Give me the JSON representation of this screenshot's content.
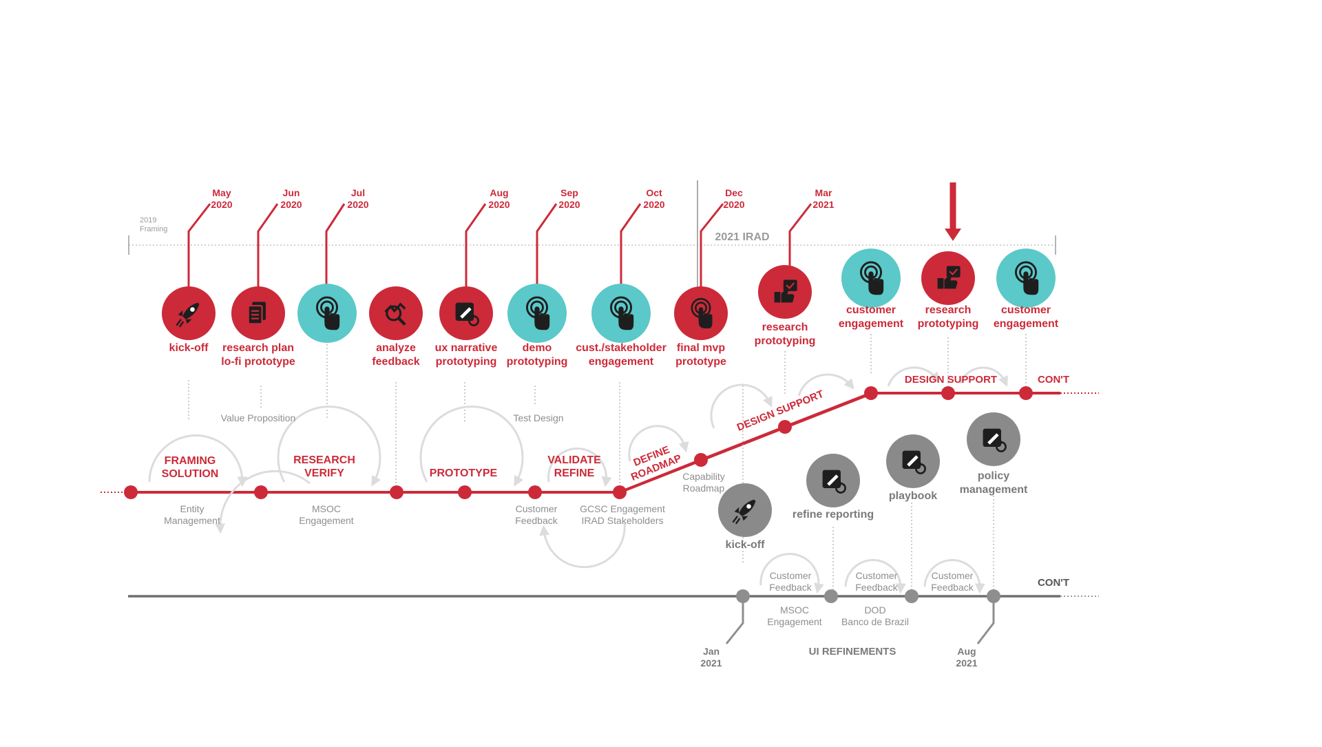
{
  "colors": {
    "red": "#cc2a39",
    "teal": "#5bc8c9",
    "gray_icon": "#8a8a8a",
    "gray_line": "#6f6f6f",
    "light_arc": "#dcdcdc",
    "dark_glyph": "#1e1e1e"
  },
  "header": {
    "framing_year": "2019",
    "framing_label": "Framing",
    "irad_label": "2021 IRAD"
  },
  "dates_top": [
    {
      "month": "May",
      "year": "2020"
    },
    {
      "month": "Jun",
      "year": "2020"
    },
    {
      "month": "Jul",
      "year": "2020"
    },
    {
      "month": "Aug",
      "year": "2020"
    },
    {
      "month": "Sep",
      "year": "2020"
    },
    {
      "month": "Oct",
      "year": "2020"
    },
    {
      "month": "Dec",
      "year": "2020"
    },
    {
      "month": "Mar",
      "year": "2021"
    }
  ],
  "milestones_top": [
    {
      "line1": "kick-off",
      "line2": "",
      "icon": "rocket-icon",
      "color": "red"
    },
    {
      "line1": "research plan",
      "line2": "lo-fi prototype",
      "icon": "document-icon",
      "color": "red"
    },
    {
      "line1": "",
      "line2": "",
      "icon": "touch-icon",
      "color": "teal"
    },
    {
      "line1": "analyze",
      "line2": "feedback",
      "icon": "analytics-search-icon",
      "color": "red"
    },
    {
      "line1": "ux narrative",
      "line2": "prototyping",
      "icon": "edit-icon",
      "color": "red"
    },
    {
      "line1": "demo",
      "line2": "prototyping",
      "icon": "touch-icon",
      "color": "teal"
    },
    {
      "line1": "cust./stakeholder",
      "line2": "engagement",
      "icon": "touch-icon",
      "color": "teal"
    },
    {
      "line1": "final mvp",
      "line2": "prototype",
      "icon": "touch-icon",
      "color": "red"
    },
    {
      "line1": "research",
      "line2": "prototyping",
      "icon": "research-icon",
      "color": "red"
    },
    {
      "line1": "customer",
      "line2": "engagement",
      "icon": "touch-icon",
      "color": "teal"
    },
    {
      "line1": "research",
      "line2": "prototyping",
      "icon": "research-icon",
      "color": "red"
    },
    {
      "line1": "customer",
      "line2": "engagement",
      "icon": "touch-icon",
      "color": "teal"
    }
  ],
  "phases": [
    {
      "line1": "FRAMING",
      "line2": "SOLUTION"
    },
    {
      "line1": "RESEARCH",
      "line2": "VERIFY"
    },
    {
      "line1": "PROTOTYPE",
      "line2": ""
    },
    {
      "line1": "VALIDATE",
      "line2": "REFINE"
    }
  ],
  "slanted_labels": {
    "define_line1": "DEFINE",
    "define_line2": "ROADMAP",
    "design_support_slanted": "DESIGN SUPPORT",
    "design_support_flat": "DESIGN SUPPORT",
    "cont_top": "CON'T",
    "cont_bottom": "CON'T"
  },
  "annotations_top": {
    "value_proposition": "Value Proposition",
    "test_design": "Test Design",
    "entity_management_line1": "Entity",
    "entity_management_line2": "Management",
    "msoc_line1": "MSOC",
    "msoc_line2": "Engagement",
    "customer_feedback_line1": "Customer",
    "customer_feedback_line2": "Feedback",
    "gcsc_line1": "GCSC Engagement",
    "gcsc_line2": "IRAD Stakeholders",
    "capability_line1": "Capability",
    "capability_line2": "Roadmap"
  },
  "milestones_bottom": [
    {
      "label": "kick-off",
      "icon": "rocket-icon"
    },
    {
      "label": "refine reporting",
      "icon": "edit-icon"
    },
    {
      "label": "playbook",
      "icon": "edit-icon"
    },
    {
      "line1": "policy",
      "line2": "management",
      "icon": "edit-icon"
    }
  ],
  "annotations_bottom": {
    "cf1_line1": "Customer",
    "cf1_line2": "Feedback",
    "cf2_line1": "Customer",
    "cf2_line2": "Feedback",
    "cf3_line1": "Customer",
    "cf3_line2": "Feedback",
    "msoc_line1": "MSOC",
    "msoc_line2": "Engagement",
    "dod_line1": "DOD",
    "dod_line2": "Banco de Brazil",
    "ui_refinements": "UI REFINEMENTS"
  },
  "dates_bottom": [
    {
      "month": "Jan",
      "year": "2021"
    },
    {
      "month": "Aug",
      "year": "2021"
    }
  ]
}
